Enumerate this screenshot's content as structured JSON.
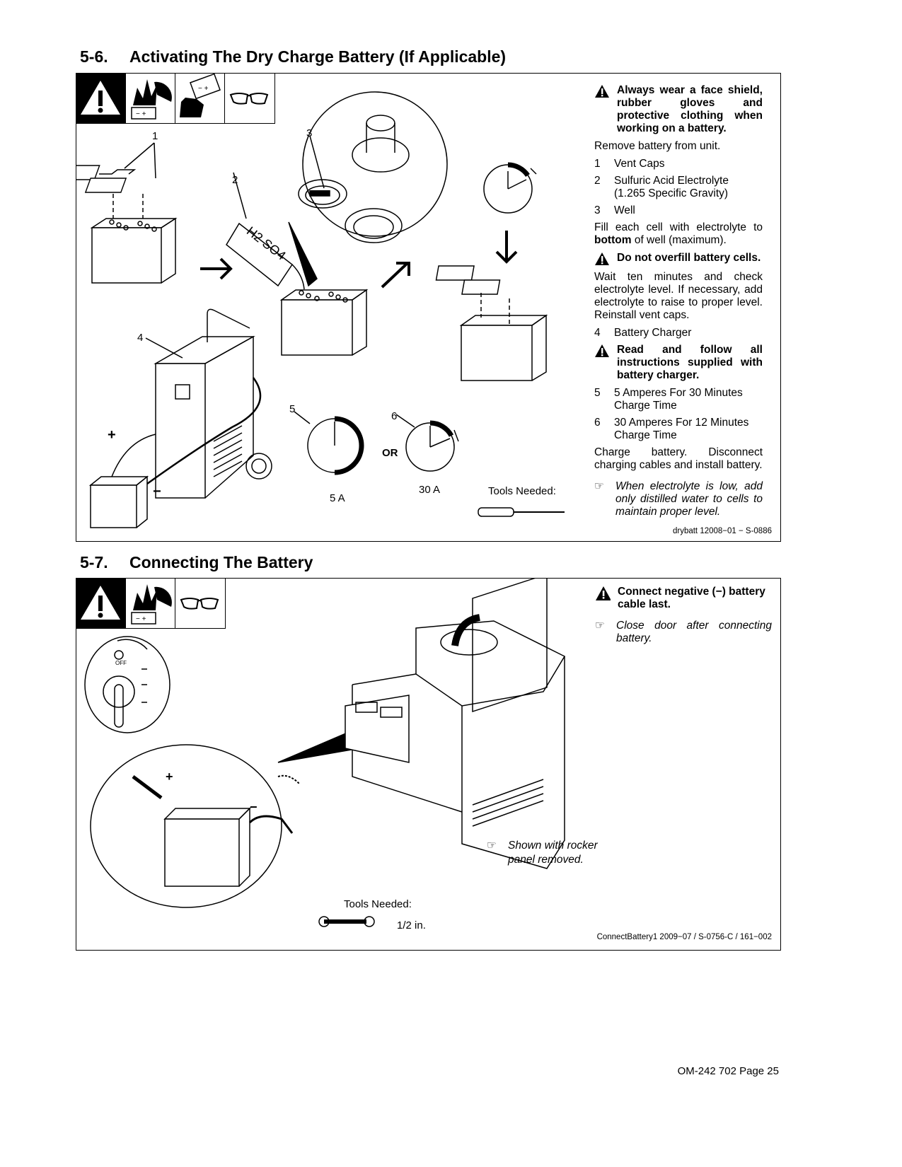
{
  "section1": {
    "number": "5-6.",
    "title": "Activating The Dry Charge Battery (If Applicable)",
    "warning1": "Always wear a face shield, rubber gloves and protective clothing when working on a battery.",
    "remove": "Remove battery from unit.",
    "items_a": [
      {
        "n": "1",
        "text": "Vent Caps"
      },
      {
        "n": "2",
        "text": "Sulfuric Acid Electrolyte (1.265 Specific Gravity)"
      },
      {
        "n": "3",
        "text": "Well"
      }
    ],
    "fill_text": "Fill each cell with electrolyte to",
    "fill_bold": "bottom",
    "fill_rest": "of well (maximum).",
    "warning2": "Do not overfill battery cells.",
    "wait_text": "Wait ten minutes and check electrolyte level. If necessary, add electrolyte to raise to proper level. Reinstall vent caps.",
    "item4": {
      "n": "4",
      "text": "Battery Charger"
    },
    "warning3": "Read and follow all instructions supplied with battery charger.",
    "items_b": [
      {
        "n": "5",
        "text": "5 Amperes For 30 Minutes Charge Time"
      },
      {
        "n": "6",
        "text": "30 Amperes For 12 Minutes Charge Time"
      }
    ],
    "charge_text": "Charge battery. Disconnect charging cables and install battery.",
    "note": "When electrolyte is low, add only distilled water to cells to maintain proper level.",
    "code": "drybatt 12008−01 − S-0886",
    "illus": {
      "callouts": [
        "1",
        "2",
        "3",
        "4",
        "5",
        "6"
      ],
      "acid_label": "H2 SO4",
      "plus": "+",
      "minus": "−",
      "amp5": "5 A",
      "amp30": "30 A",
      "or": "OR",
      "tools": "Tools Needed:"
    }
  },
  "section2": {
    "number": "5-7.",
    "title": "Connecting The Battery",
    "warning": "Connect negative (−) battery cable last.",
    "note1": "Close door after connecting battery.",
    "note2": "Shown with rocker panel removed.",
    "tools": "Tools Needed:",
    "wrench_size": "1/2 in.",
    "off": "OFF",
    "plus": "+",
    "minus": "−",
    "code": "ConnectBattery1 2009−07 / S-0756-C / 161−002"
  },
  "footer": "OM-242 702 Page 25"
}
